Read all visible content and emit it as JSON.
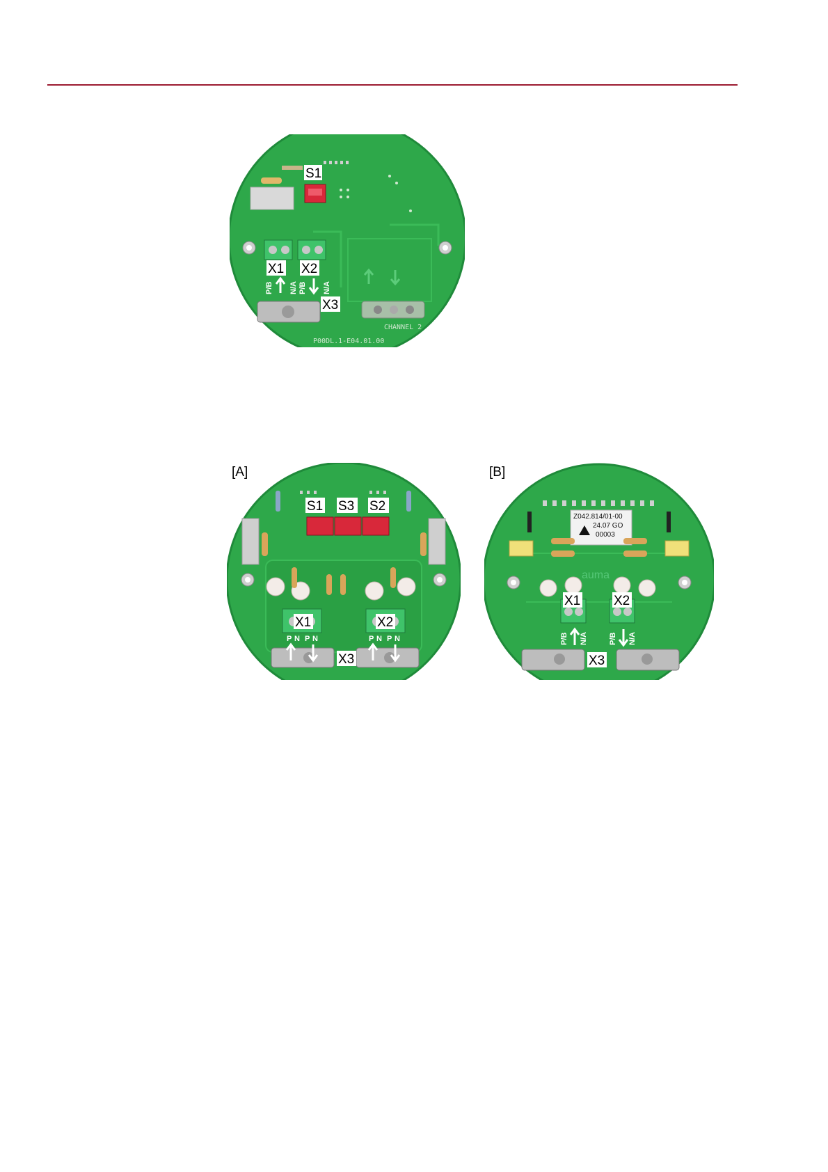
{
  "figure1": {
    "labels": {
      "s1": "S1",
      "x1": "X1",
      "x2": "X2",
      "x3": "X3",
      "pb": "P/B",
      "na": "N/A"
    },
    "silkscreen": {
      "channel": "CHANNEL 2",
      "part": "P00DL.1-E04.01.00"
    }
  },
  "figure2": {
    "panel_a": {
      "tag": "[A]",
      "labels": {
        "s1": "S1",
        "s3": "S3",
        "s2": "S2",
        "x1": "X1",
        "x2": "X2",
        "x3": "X3",
        "p1": "P",
        "n1": "N",
        "p2": "P",
        "n2": "N",
        "p3": "P",
        "n3": "N",
        "p4": "P",
        "n4": "N"
      }
    },
    "panel_b": {
      "tag": "[B]",
      "labels": {
        "x1": "X1",
        "x2": "X2",
        "x3": "X3",
        "pb1": "P/B",
        "na1": "N/A",
        "pb2": "P/B",
        "na2": "N/A"
      },
      "chip_text": {
        "line1": "Z042.814/01-00",
        "line2": "24.07 GO",
        "line3": "00003"
      },
      "brand": "auma"
    }
  },
  "colors": {
    "rule": "#9b1b30",
    "pcb": "#2ea84a",
    "pcb_dark": "#1f8a3a",
    "switch": "#d8283a",
    "terminal": "#3fc36a"
  }
}
